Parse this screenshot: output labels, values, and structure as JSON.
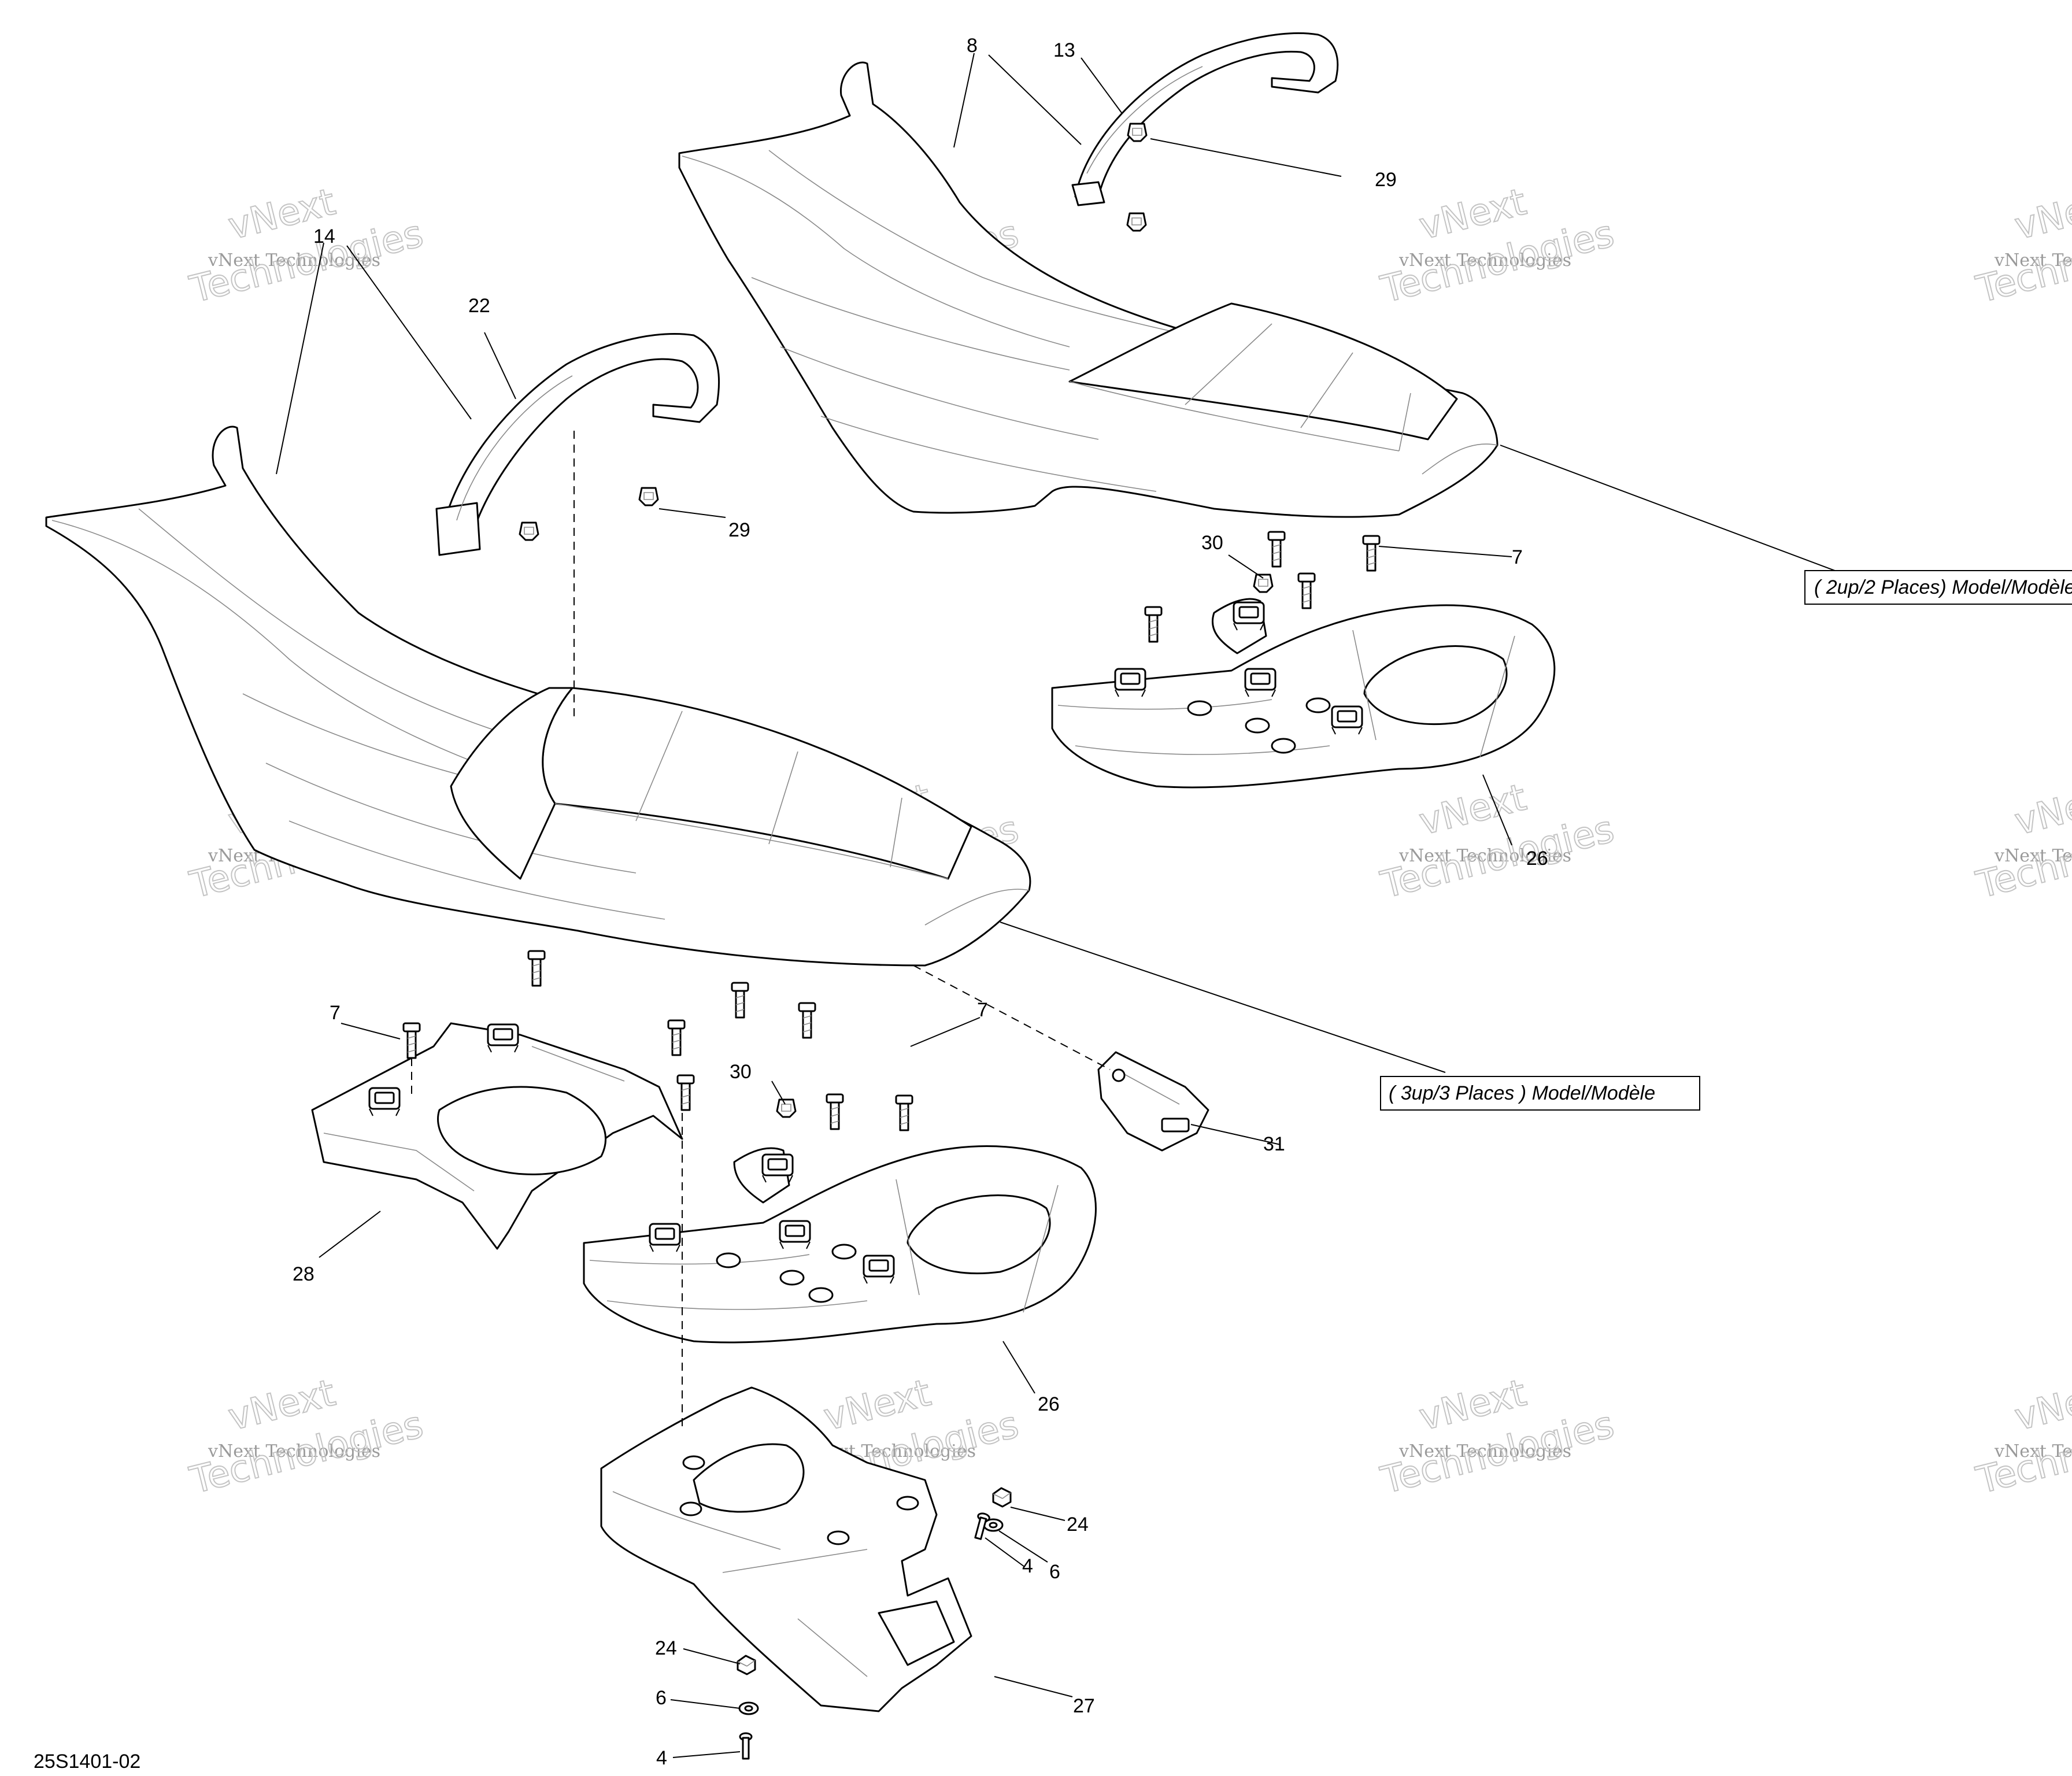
{
  "drawing_id": "25S1401-02",
  "watermark": {
    "line1": "vNext",
    "line2": "vNext Technologies",
    "line3": "Technologies"
  },
  "model_notes": {
    "two_up": "( 2up/2 Places) Model/Modèle",
    "three_up": "( 3up/3 Places ) Model/Modèle"
  },
  "callouts": {
    "c4a": "4",
    "c4b": "4",
    "c6a": "6",
    "c6b": "6",
    "c7a": "7",
    "c7b": "7",
    "c7c": "7",
    "c8": "8",
    "c13": "13",
    "c14": "14",
    "c22": "22",
    "c24a": "24",
    "c24b": "24",
    "c26a": "26",
    "c26b": "26",
    "c27": "27",
    "c28": "28",
    "c29a": "29",
    "c29b": "29",
    "c30a": "30",
    "c30b": "30",
    "c31": "31"
  }
}
